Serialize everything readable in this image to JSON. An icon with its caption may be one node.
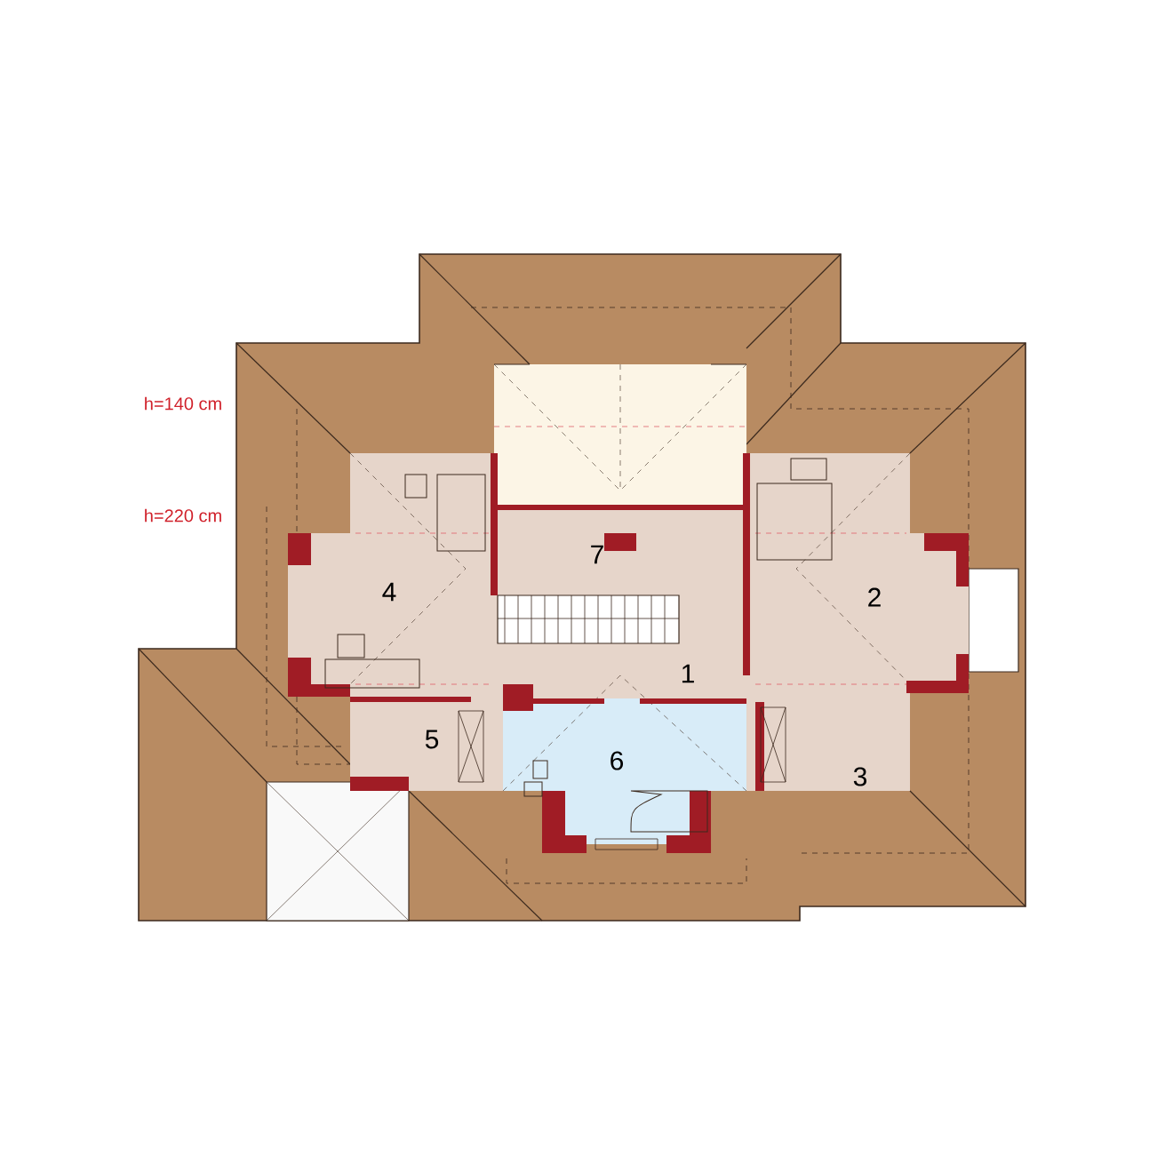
{
  "diagram": {
    "labels": [
      "h=140 cm",
      "h=220 cm",
      "7",
      "4",
      "2",
      "1",
      "5",
      "6",
      "3"
    ]
  }
}
